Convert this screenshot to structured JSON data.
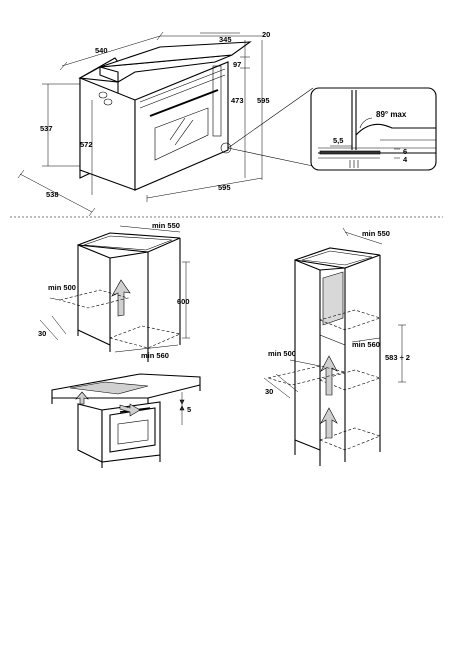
{
  "oven_dimensions": {
    "width_540": "540",
    "depth_345": "345",
    "offset_20": "20",
    "height_97": "97",
    "height_473": "473",
    "height_595": "595",
    "height_537": "537",
    "height_572": "572",
    "depth_538": "538",
    "width_595": "595"
  },
  "door_detail": {
    "angle": "89° max",
    "gap_5_5": "5,5",
    "gap_6": "6",
    "gap_4": "4"
  },
  "under_counter": {
    "min_550": "min 550",
    "min_500": "min 500",
    "height_600": "600",
    "depth_30": "30",
    "min_560": "min 560",
    "gap_5": "5"
  },
  "column_install": {
    "min_550": "min 550",
    "min_560": "min 560",
    "height_583": "583 ÷ 2",
    "min_500": "min 500",
    "depth_30": "30"
  }
}
